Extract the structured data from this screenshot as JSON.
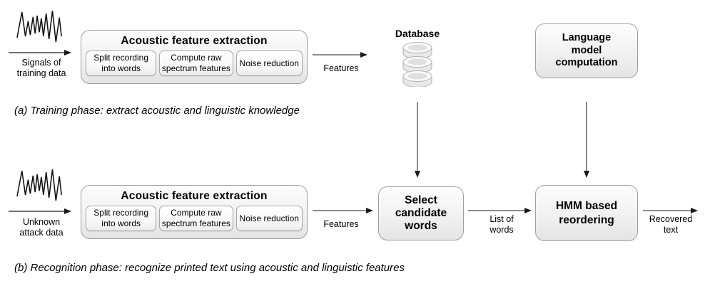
{
  "training_phase": {
    "input_label": "Signals of\ntraining data",
    "acoustic_box": {
      "title": "Acoustic feature extraction",
      "steps": [
        "Split recording\ninto words",
        "Compute raw\nspectrum features",
        "Noise reduction"
      ]
    },
    "features_label": "Features",
    "database_label": "Database",
    "language_model_label": "Language\nmodel\ncomputation",
    "caption": "(a) Training phase: extract acoustic and linguistic knowledge"
  },
  "recognition_phase": {
    "input_label": "Unknown\nattack data",
    "acoustic_box": {
      "title": "Acoustic feature extraction",
      "steps": [
        "Split recording\ninto words",
        "Compute raw\nspectrum features",
        "Noise reduction"
      ]
    },
    "features_label": "Features",
    "select_candidate_label": "Select\ncandidate\nwords",
    "list_of_words_label": "List of\nwords",
    "hmm_label": "HMM based\nreordering",
    "recovered_text_label": "Recovered\ntext",
    "caption": "(b) Recognition phase: recognize printed text using acoustic and linguistic features"
  },
  "icons": {
    "training_input": "audio-waveform",
    "recognition_input": "audio-waveform",
    "database": "database-cylinder"
  },
  "colors": {
    "background": "#ffffff",
    "box_fill_top": "#fdfdfd",
    "box_fill_bottom": "#e4e4e4",
    "box_border": "#9f9f9f",
    "arrow": "#1a1a1a",
    "text": "#000000"
  }
}
